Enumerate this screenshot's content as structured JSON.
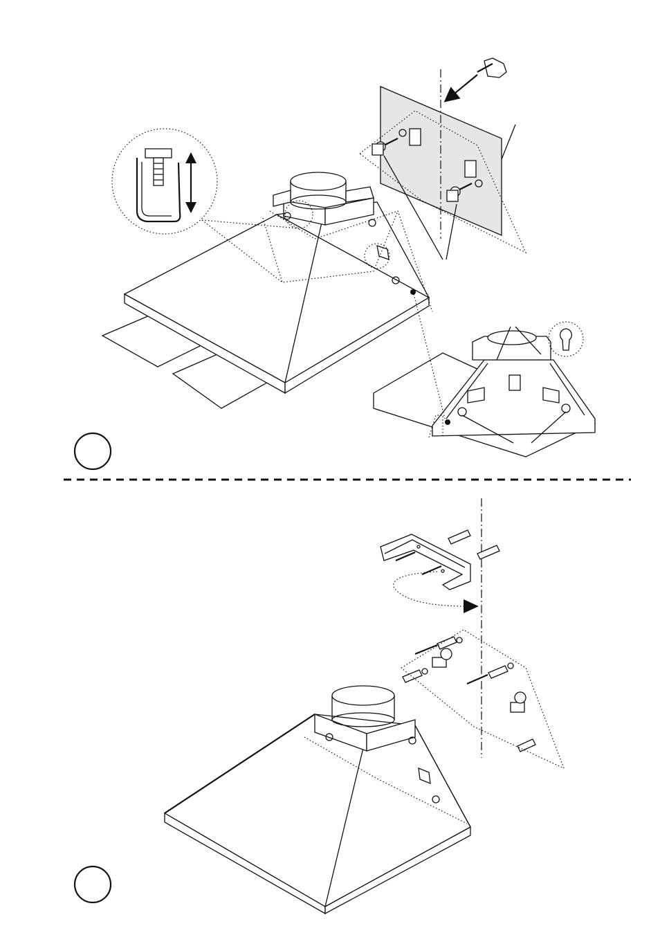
{
  "figure": {
    "steps": [
      {
        "marker": "circle"
      },
      {
        "marker": "circle"
      }
    ],
    "divider_style": "dashed",
    "icons": [
      "hand-pencil-icon",
      "keyhole-icon",
      "arrow-icon",
      "double-arrow-icon"
    ]
  }
}
